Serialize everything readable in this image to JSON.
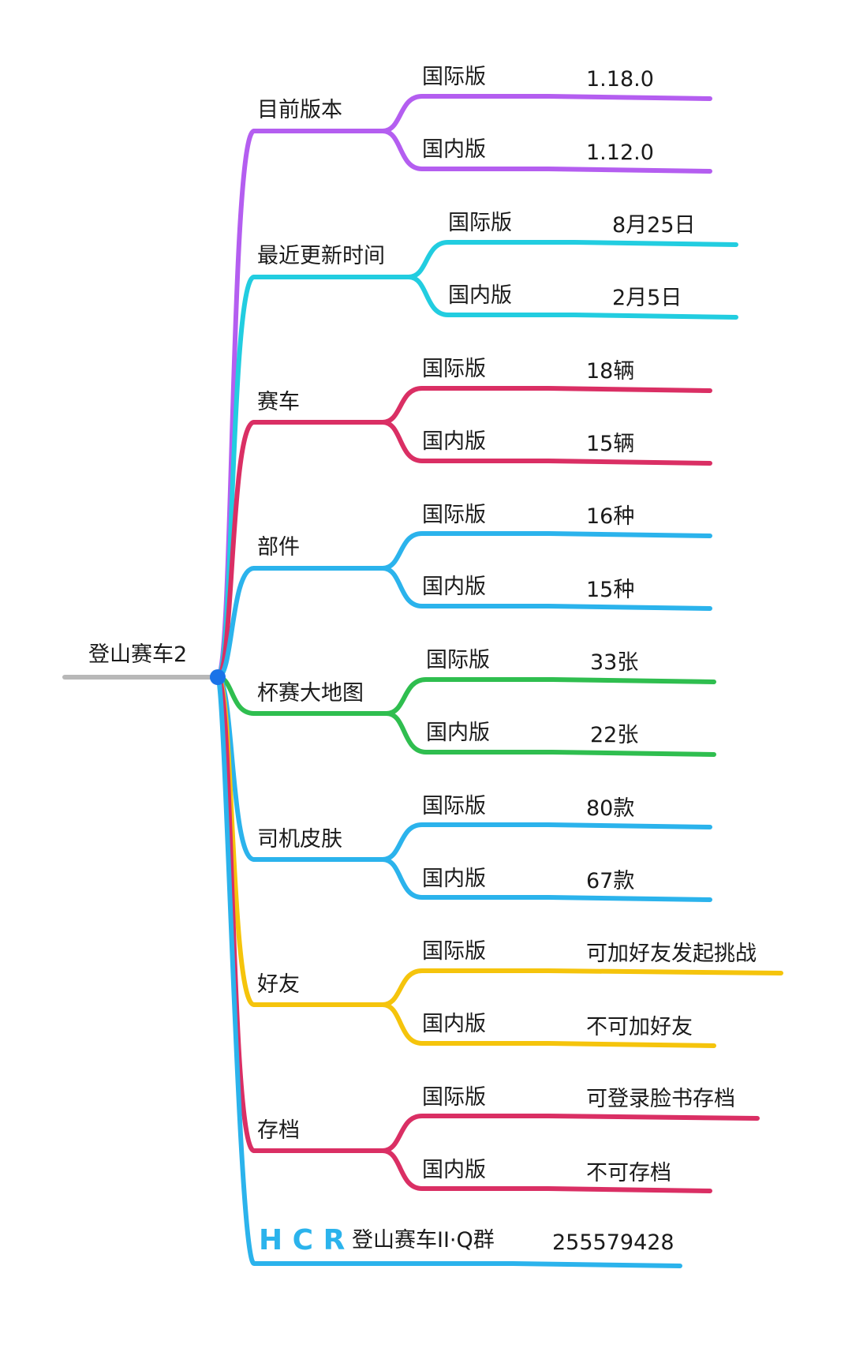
{
  "root": {
    "label": "登山赛车2",
    "color": "#b8b8b8",
    "junction_color": "#1a73e8"
  },
  "branches": [
    {
      "label": "目前版本",
      "color": "#b45ef0",
      "children": [
        {
          "label": "国际版",
          "value": "1.18.0"
        },
        {
          "label": "国内版",
          "value": "1.12.0"
        }
      ]
    },
    {
      "label": "最近更新时间",
      "color": "#22cde0",
      "children": [
        {
          "label": "国际版",
          "value": "8月25日"
        },
        {
          "label": "国内版",
          "value": "2月5日"
        }
      ]
    },
    {
      "label": "赛车",
      "color": "#da2f64",
      "children": [
        {
          "label": "国际版",
          "value": "18辆"
        },
        {
          "label": "国内版",
          "value": "15辆"
        }
      ]
    },
    {
      "label": "部件",
      "color": "#2bb3ec",
      "children": [
        {
          "label": "国际版",
          "value": "16种"
        },
        {
          "label": "国内版",
          "value": "15种"
        }
      ]
    },
    {
      "label": "杯赛大地图",
      "color": "#2fbe4f",
      "children": [
        {
          "label": "国际版",
          "value": "33张"
        },
        {
          "label": "国内版",
          "value": "22张"
        }
      ]
    },
    {
      "label": "司机皮肤",
      "color": "#2bb3ec",
      "children": [
        {
          "label": "国际版",
          "value": "80款"
        },
        {
          "label": "国内版",
          "value": "67款"
        }
      ]
    },
    {
      "label": "好友",
      "color": "#f5c40c",
      "children": [
        {
          "label": "国际版",
          "value": "可加好友发起挑战"
        },
        {
          "label": "国内版",
          "value": "不可加好友"
        }
      ]
    },
    {
      "label": "存档",
      "color": "#da2f64",
      "children": [
        {
          "label": "国际版",
          "value": "可登录脸书存档"
        },
        {
          "label": "国内版",
          "value": "不可存档"
        }
      ]
    }
  ],
  "last_branch": {
    "logo": "H C R",
    "label": "登山赛车II·Q群",
    "value": "255579428",
    "color": "#2bb3ec"
  }
}
